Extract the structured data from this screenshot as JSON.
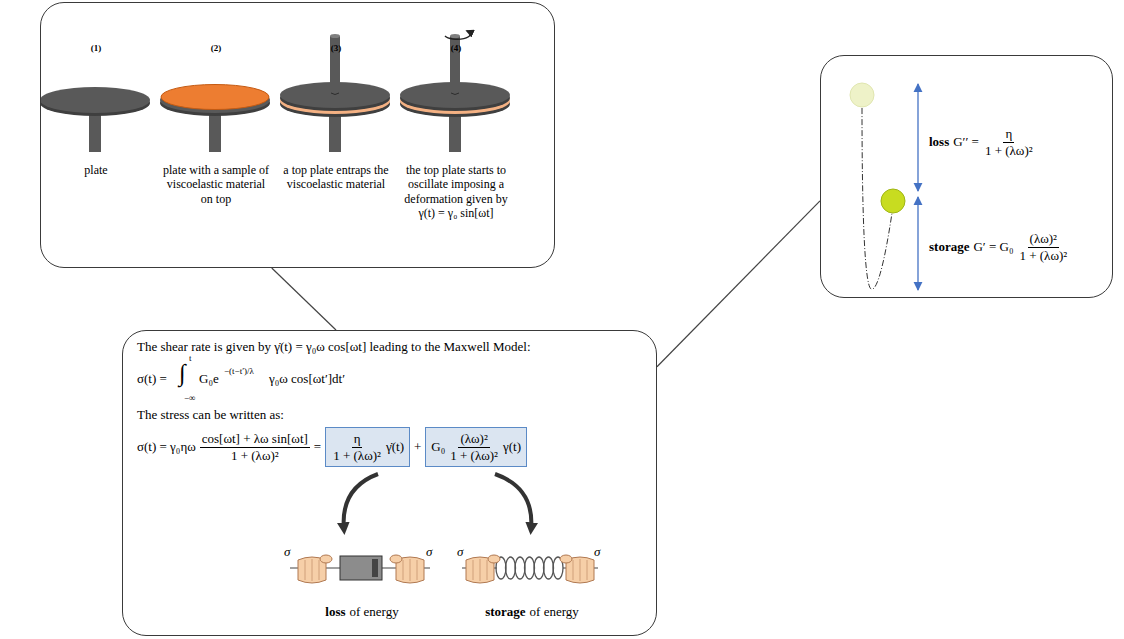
{
  "diagram": {
    "nodes": [
      {
        "text": [
          "(1)",
          "(2)",
          "(3)",
          "(4)",
          "plate",
          "plate with a sample of viscoelastic material on top",
          "a top plate entraps the viscoelastic material",
          "the top plate starts to oscillate imposing a deformation given by",
          "γ(t) = γ₀ sin[ωt]"
        ]
      },
      {
        "text": [
          "The shear rate is given by γ̇(t) = γ₀ω cos[ωt] leading to the Maxwell Model:",
          "σ(t) =",
          "∫",
          "t",
          "−∞",
          "G₀e",
          "−(t−t′)/λ",
          "γ₀ω cos[ωt′]dt′",
          "The stress can be written as:",
          "σ(t) = γ₀ηω",
          "cos[ωt] + λω sin[ωt]",
          "1 + (λω)²",
          "=",
          "+"
        ]
      },
      {
        "text": [
          "η",
          "1 + (λω)²",
          "γ̇(t)"
        ],
        "in": 1
      },
      {
        "text": [
          "G₀",
          "(λω)²",
          "1 + (λω)²",
          "γ(t)"
        ],
        "in": 1
      },
      {
        "text": [
          "loss",
          "G′′ =",
          "η",
          "1 + (λω)²",
          "storage",
          "G′ = G₀",
          "(λω)²",
          "1 + (λω)²"
        ]
      }
    ],
    "edges": [
      {
        "from": 0,
        "to": 1,
        "arrow": "none"
      },
      {
        "from": 1,
        "to": 4,
        "arrow": "none"
      }
    ],
    "labels": [
      "σ",
      "σ",
      "σ",
      "σ",
      "loss",
      "of energy",
      "storage",
      "of energy"
    ]
  }
}
